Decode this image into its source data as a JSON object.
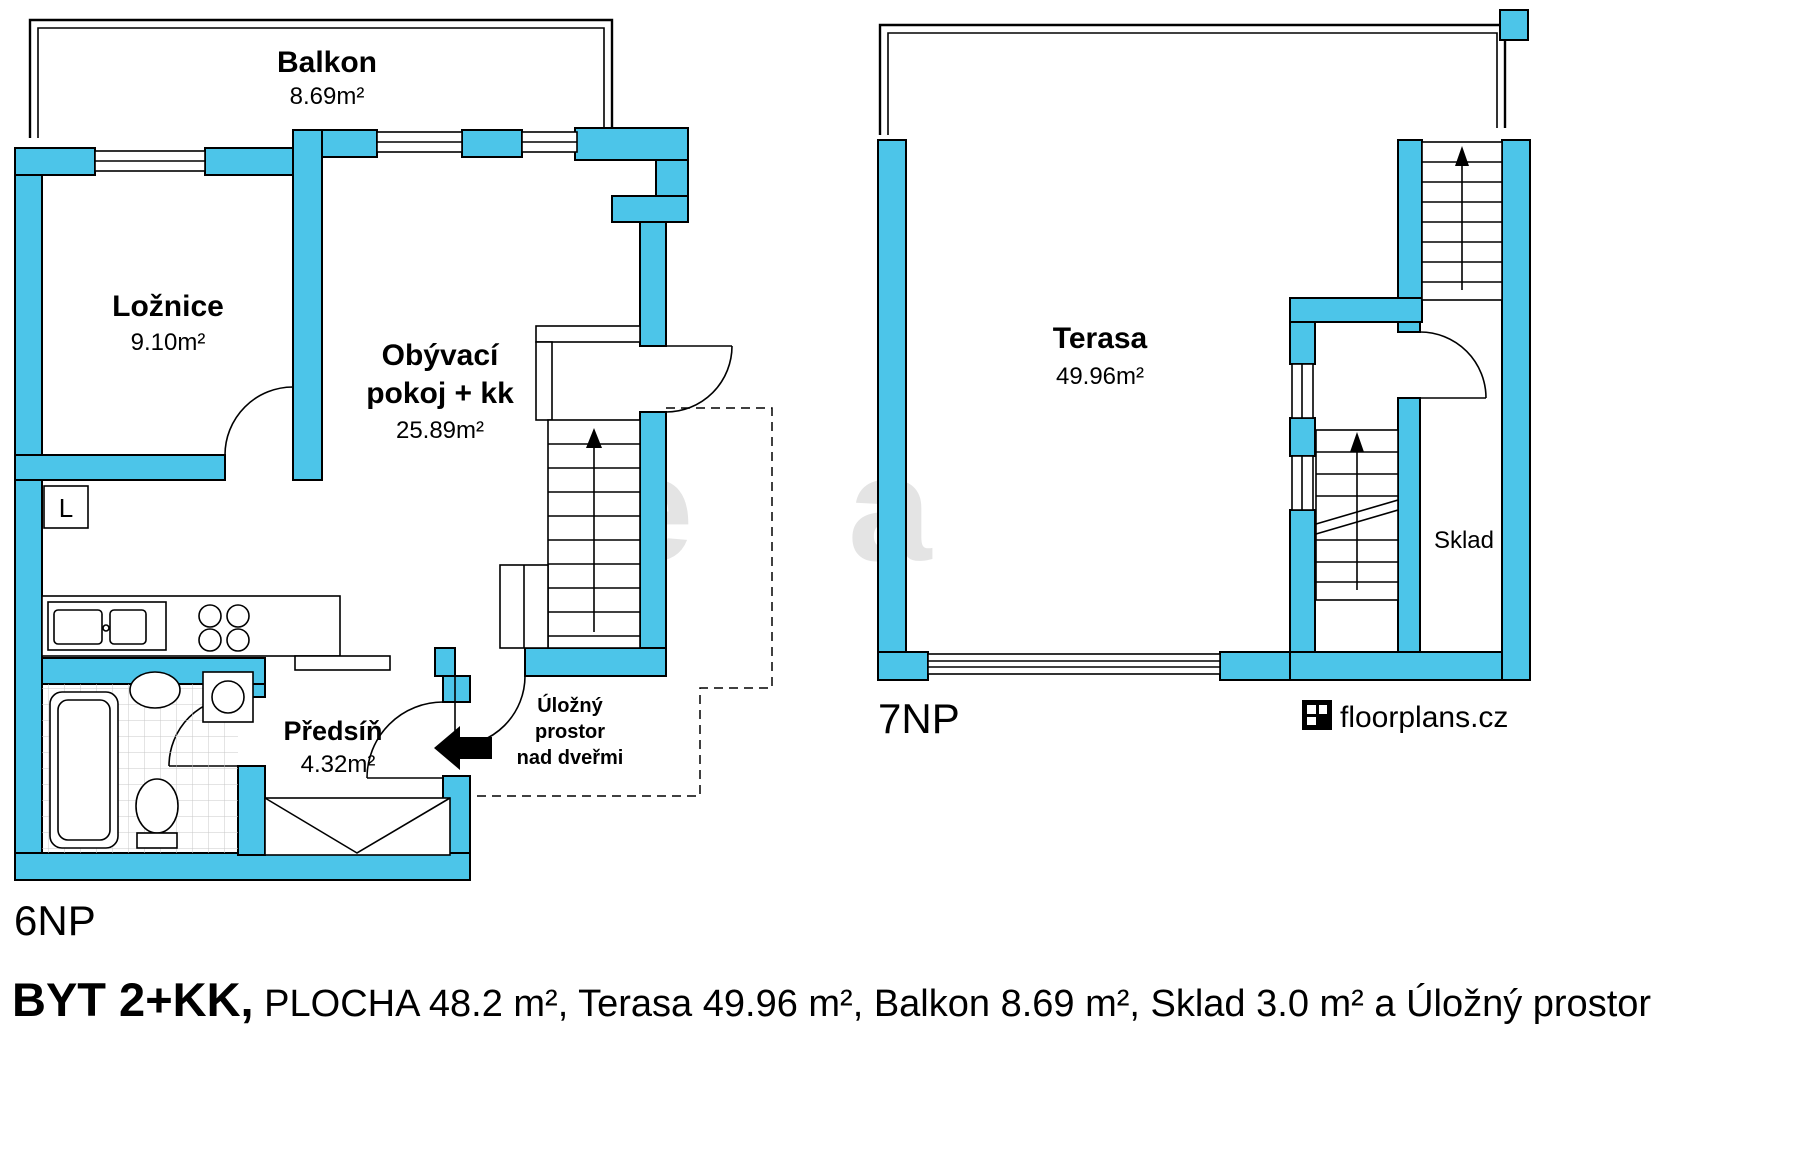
{
  "plan_6np": {
    "floor_label": "6NP",
    "rooms": {
      "balkon": {
        "name": "Balkon",
        "area": "8.69m²"
      },
      "loznice": {
        "name": "Ložnice",
        "area": "9.10m²"
      },
      "obyvaci": {
        "line1": "Obývací",
        "line2": "pokoj + kk",
        "area": "25.89m²"
      },
      "predsin": {
        "name": "Předsíň",
        "area": "4.32m²"
      }
    },
    "kitchen_label": "L",
    "storage_note": {
      "line1": "Úložný",
      "line2": "prostor",
      "line3": "nad dveřmi"
    }
  },
  "plan_7np": {
    "floor_label": "7NP",
    "rooms": {
      "terasa": {
        "name": "Terasa",
        "area": "49.96m²"
      },
      "sklad": {
        "name": "Sklad"
      }
    }
  },
  "brand": {
    "name": "floorplans.cz"
  },
  "watermark": {
    "letter1": "e",
    "letter2": "a"
  },
  "caption": {
    "title": "BYT 2+KK,",
    "details": " PLOCHA 48.2 m², Terasa 49.96 m², Balkon 8.69 m², Sklad 3.0 m² a Úložný prostor"
  },
  "colors": {
    "wall": "#4cc5e9",
    "text": "#000000",
    "watermark": "#e4e4e4"
  }
}
